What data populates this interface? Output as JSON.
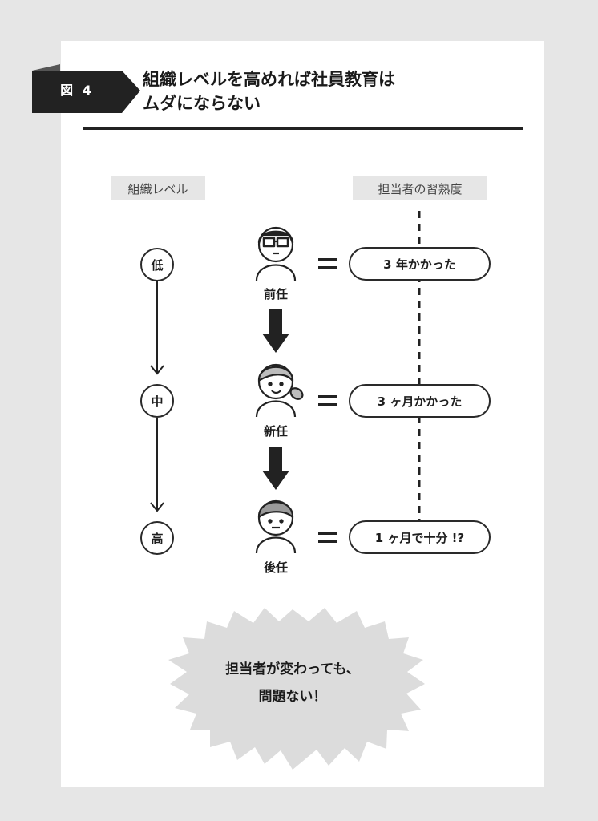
{
  "figure": {
    "tag": "図 4",
    "title_line1": "組織レベルを高めれば社員教育は",
    "title_line2": "ムダにならない"
  },
  "headers": {
    "left": "組織レベル",
    "right": "担当者の習熟度"
  },
  "rows": [
    {
      "level": "低",
      "role": "前任",
      "duration": "3 年かかった"
    },
    {
      "level": "中",
      "role": "新任",
      "duration": "3 ヶ月かかった"
    },
    {
      "level": "高",
      "role": "後任",
      "duration": "1 ヶ月で十分 !?"
    }
  ],
  "callout": {
    "line1": "担当者が変わっても、",
    "line2": "問題ない！"
  },
  "colors": {
    "background": "#e6e6e6",
    "card": "#ffffff",
    "ink": "#222222",
    "burst": "#dcdcdc",
    "face": "#ffffff"
  }
}
